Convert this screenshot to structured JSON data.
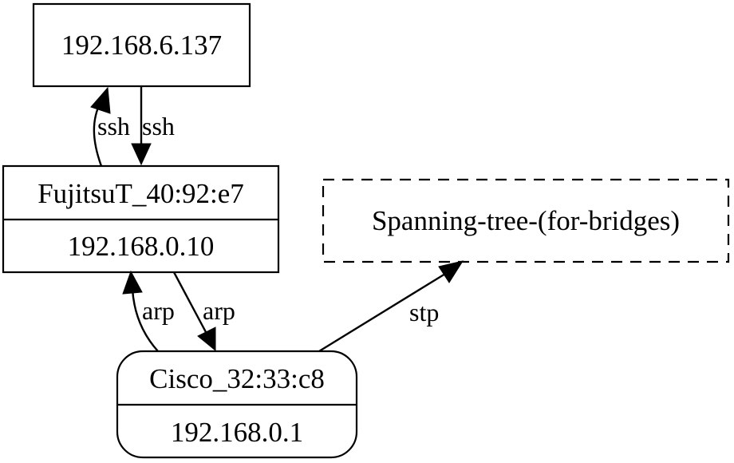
{
  "nodes": {
    "host_137": {
      "label": "192.168.6.137"
    },
    "fujitsu": {
      "name": "FujitsuT_40:92:e7",
      "ip": "192.168.0.10"
    },
    "spanning_tree": {
      "label": "Spanning-tree-(for-bridges)",
      "style": "dashed"
    },
    "cisco": {
      "name": "Cisco_32:33:c8",
      "ip": "192.168.0.1",
      "shape": "rounded"
    }
  },
  "edges": [
    {
      "from": "fujitsu",
      "to": "host_137",
      "label": "ssh"
    },
    {
      "from": "host_137",
      "to": "fujitsu",
      "label": "ssh"
    },
    {
      "from": "cisco",
      "to": "fujitsu",
      "label": "arp"
    },
    {
      "from": "fujitsu",
      "to": "cisco",
      "label": "arp"
    },
    {
      "from": "cisco",
      "to": "spanning_tree",
      "label": "stp"
    }
  ],
  "colors": {
    "stroke": "#000000",
    "background": "#ffffff"
  }
}
